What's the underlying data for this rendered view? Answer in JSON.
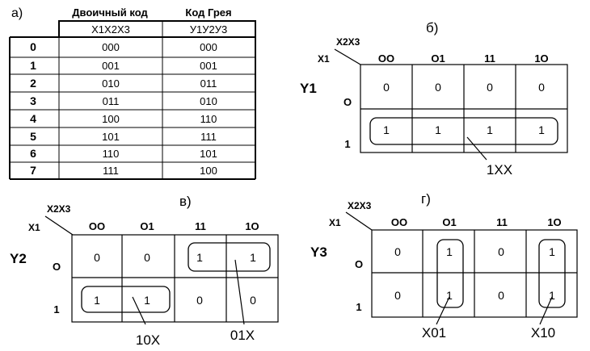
{
  "truth_table": {
    "panel_label": "а)",
    "header_binary": "Двоичный код",
    "header_gray": "Код Грея",
    "sub_binary": "X1X2X3",
    "sub_gray": "У1У2У3",
    "rows": [
      {
        "n": "0",
        "bin": "000",
        "gray": "000"
      },
      {
        "n": "1",
        "bin": "001",
        "gray": "001"
      },
      {
        "n": "2",
        "bin": "010",
        "gray": "011"
      },
      {
        "n": "3",
        "bin": "011",
        "gray": "010"
      },
      {
        "n": "4",
        "bin": "100",
        "gray": "110"
      },
      {
        "n": "5",
        "bin": "101",
        "gray": "111"
      },
      {
        "n": "6",
        "bin": "110",
        "gray": "101"
      },
      {
        "n": "7",
        "bin": "111",
        "gray": "100"
      }
    ]
  },
  "maps": [
    {
      "panel_label": "б)",
      "func_label": "Y1",
      "corner_top": "X2X3",
      "corner_left": "X1",
      "col_labels": [
        "OO",
        "O1",
        "11",
        "1O"
      ],
      "row_labels": [
        "O",
        "1"
      ],
      "cells": [
        [
          "0",
          "0",
          "0",
          "0"
        ],
        [
          "1",
          "1",
          "1",
          "1"
        ]
      ],
      "groups": [
        {
          "label": "1XX"
        }
      ]
    },
    {
      "panel_label": "в)",
      "func_label": "Y2",
      "corner_top": "X2X3",
      "corner_left": "X1",
      "col_labels": [
        "OO",
        "O1",
        "11",
        "1O"
      ],
      "row_labels": [
        "O",
        "1"
      ],
      "cells": [
        [
          "0",
          "0",
          "1",
          "1"
        ],
        [
          "1",
          "1",
          "0",
          "0"
        ]
      ],
      "groups": [
        {
          "label": "10X"
        },
        {
          "label": "01X"
        }
      ]
    },
    {
      "panel_label": "г)",
      "func_label": "Y3",
      "corner_top": "X2X3",
      "corner_left": "X1",
      "col_labels": [
        "OO",
        "O1",
        "11",
        "1O"
      ],
      "row_labels": [
        "O",
        "1"
      ],
      "cells": [
        [
          "0",
          "1",
          "0",
          "1"
        ],
        [
          "0",
          "1",
          "0",
          "1"
        ]
      ],
      "groups": [
        {
          "label": "X01"
        },
        {
          "label": "X10"
        }
      ]
    }
  ]
}
